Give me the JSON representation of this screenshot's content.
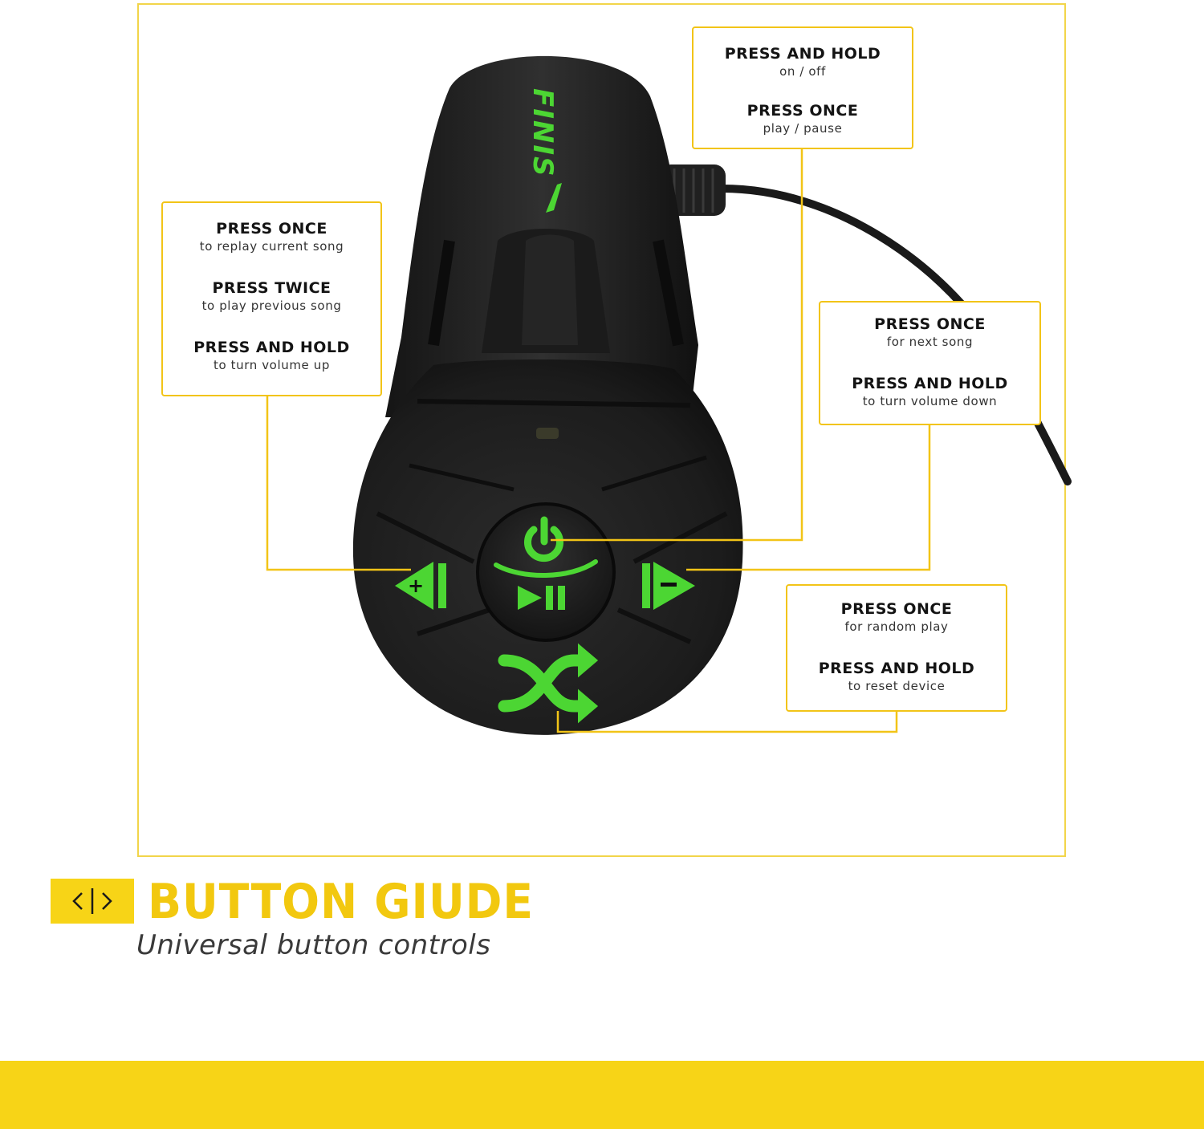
{
  "callouts": {
    "power": [
      {
        "head": "PRESS AND HOLD",
        "sub": "on / off"
      },
      {
        "head": "PRESS ONCE",
        "sub": "play / pause"
      }
    ],
    "previous": [
      {
        "head": "PRESS ONCE",
        "sub": "to replay current song"
      },
      {
        "head": "PRESS TWICE",
        "sub": "to play previous song"
      },
      {
        "head": "PRESS AND HOLD",
        "sub": "to turn volume up"
      }
    ],
    "next": [
      {
        "head": "PRESS ONCE",
        "sub": "for next song"
      },
      {
        "head": "PRESS AND HOLD",
        "sub": "to turn volume down"
      }
    ],
    "shuffle": [
      {
        "head": "PRESS ONCE",
        "sub": "for random play"
      },
      {
        "head": "PRESS AND HOLD",
        "sub": "to reset device"
      }
    ]
  },
  "device": {
    "brand_logo": "FINIS",
    "buttons": {
      "previous": "+",
      "next": "−"
    },
    "icons": [
      "power-icon",
      "play-pause-icon",
      "previous-volume-up-icon",
      "next-volume-down-icon",
      "shuffle-icon"
    ]
  },
  "title": {
    "tag_icon": "code-brackets-icon",
    "heading": "BUTTON GIUDE",
    "subheading": "Universal button controls"
  },
  "colors": {
    "accent_yellow": "#f7d417",
    "callout_border": "#f2c417",
    "device_body": "#1e1e1e",
    "button_green": "#4cd633"
  }
}
